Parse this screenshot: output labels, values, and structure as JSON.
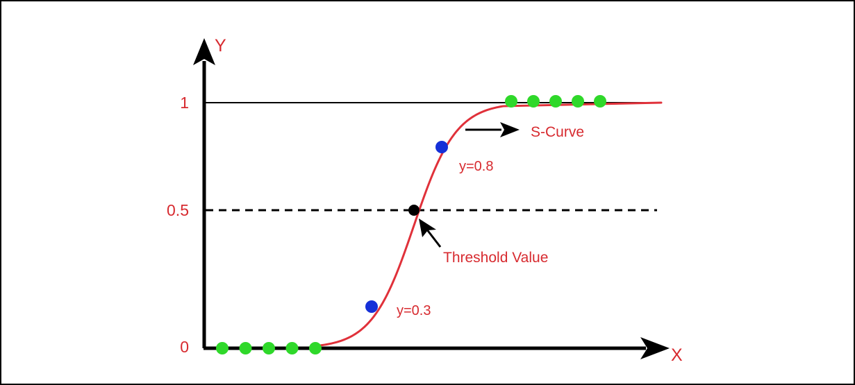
{
  "axes": {
    "x_label": "X",
    "y_label": "Y",
    "y_ticks": [
      "0",
      "0.5",
      "1"
    ]
  },
  "annotations": {
    "s_curve": "S-Curve",
    "threshold": "Threshold Value",
    "point_high": "y=0.8",
    "point_low": "y=0.3"
  },
  "colors": {
    "curve": "#e0313a",
    "text": "#d72a2f",
    "axis": "#000000",
    "class_points": "#2fd82a",
    "sample_points": "#1530d8",
    "threshold_point": "#000000"
  },
  "points": {
    "class_zero_count": 5,
    "class_one_count": 5,
    "sample_values": [
      0.3,
      0.8
    ],
    "threshold_value": 0.5
  },
  "icons": {
    "axis_arrow": "filled-arrowhead-icon",
    "pointer_arrow": "arrow-icon"
  }
}
